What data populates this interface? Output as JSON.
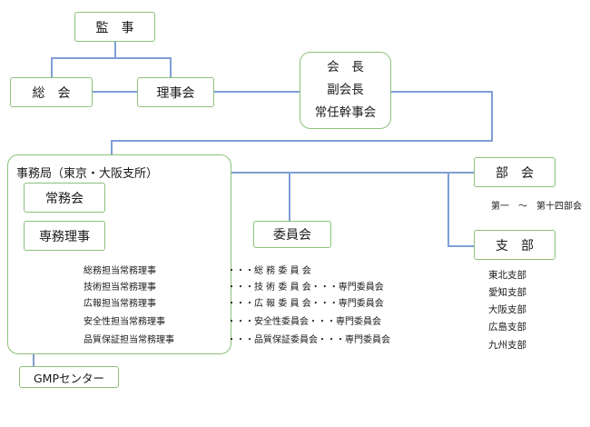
{
  "nodes": {
    "kanji": "監　事",
    "soukai": "総　会",
    "rijikai": "理事会",
    "officers": [
      "会　長",
      "副会長",
      "常任幹事会"
    ],
    "jimukyoku": "事務局（東京・大阪支所）",
    "joumukai": "常務会",
    "senmu": "専務理事",
    "iinkai": "委員会",
    "bukai": "部　会",
    "shibu": "支　部",
    "gmp": "GMPセンター"
  },
  "bukai_range": "第一　～　第十四部会",
  "directors": [
    {
      "title": "総務担当常務理事",
      "committee": "・・・総 務 委 員 会"
    },
    {
      "title": "技術担当常務理事",
      "committee": "・・・技 術 委 員 会・・・専門委員会"
    },
    {
      "title": "広報担当常務理事",
      "committee": "・・・広 報 委 員 会・・・専門委員会"
    },
    {
      "title": "安全性担当常務理事",
      "committee": "・・・安全性委員会・・・専門委員会"
    },
    {
      "title": "品質保証担当常務理事",
      "committee": "・・・品質保証委員会・・・専門委員会"
    }
  ],
  "branches": [
    "東北支部",
    "愛知支部",
    "大阪支部",
    "広島支部",
    "九州支部"
  ],
  "colors": {
    "box_border": "#8cc17a",
    "connector": "#7f9ed6"
  }
}
